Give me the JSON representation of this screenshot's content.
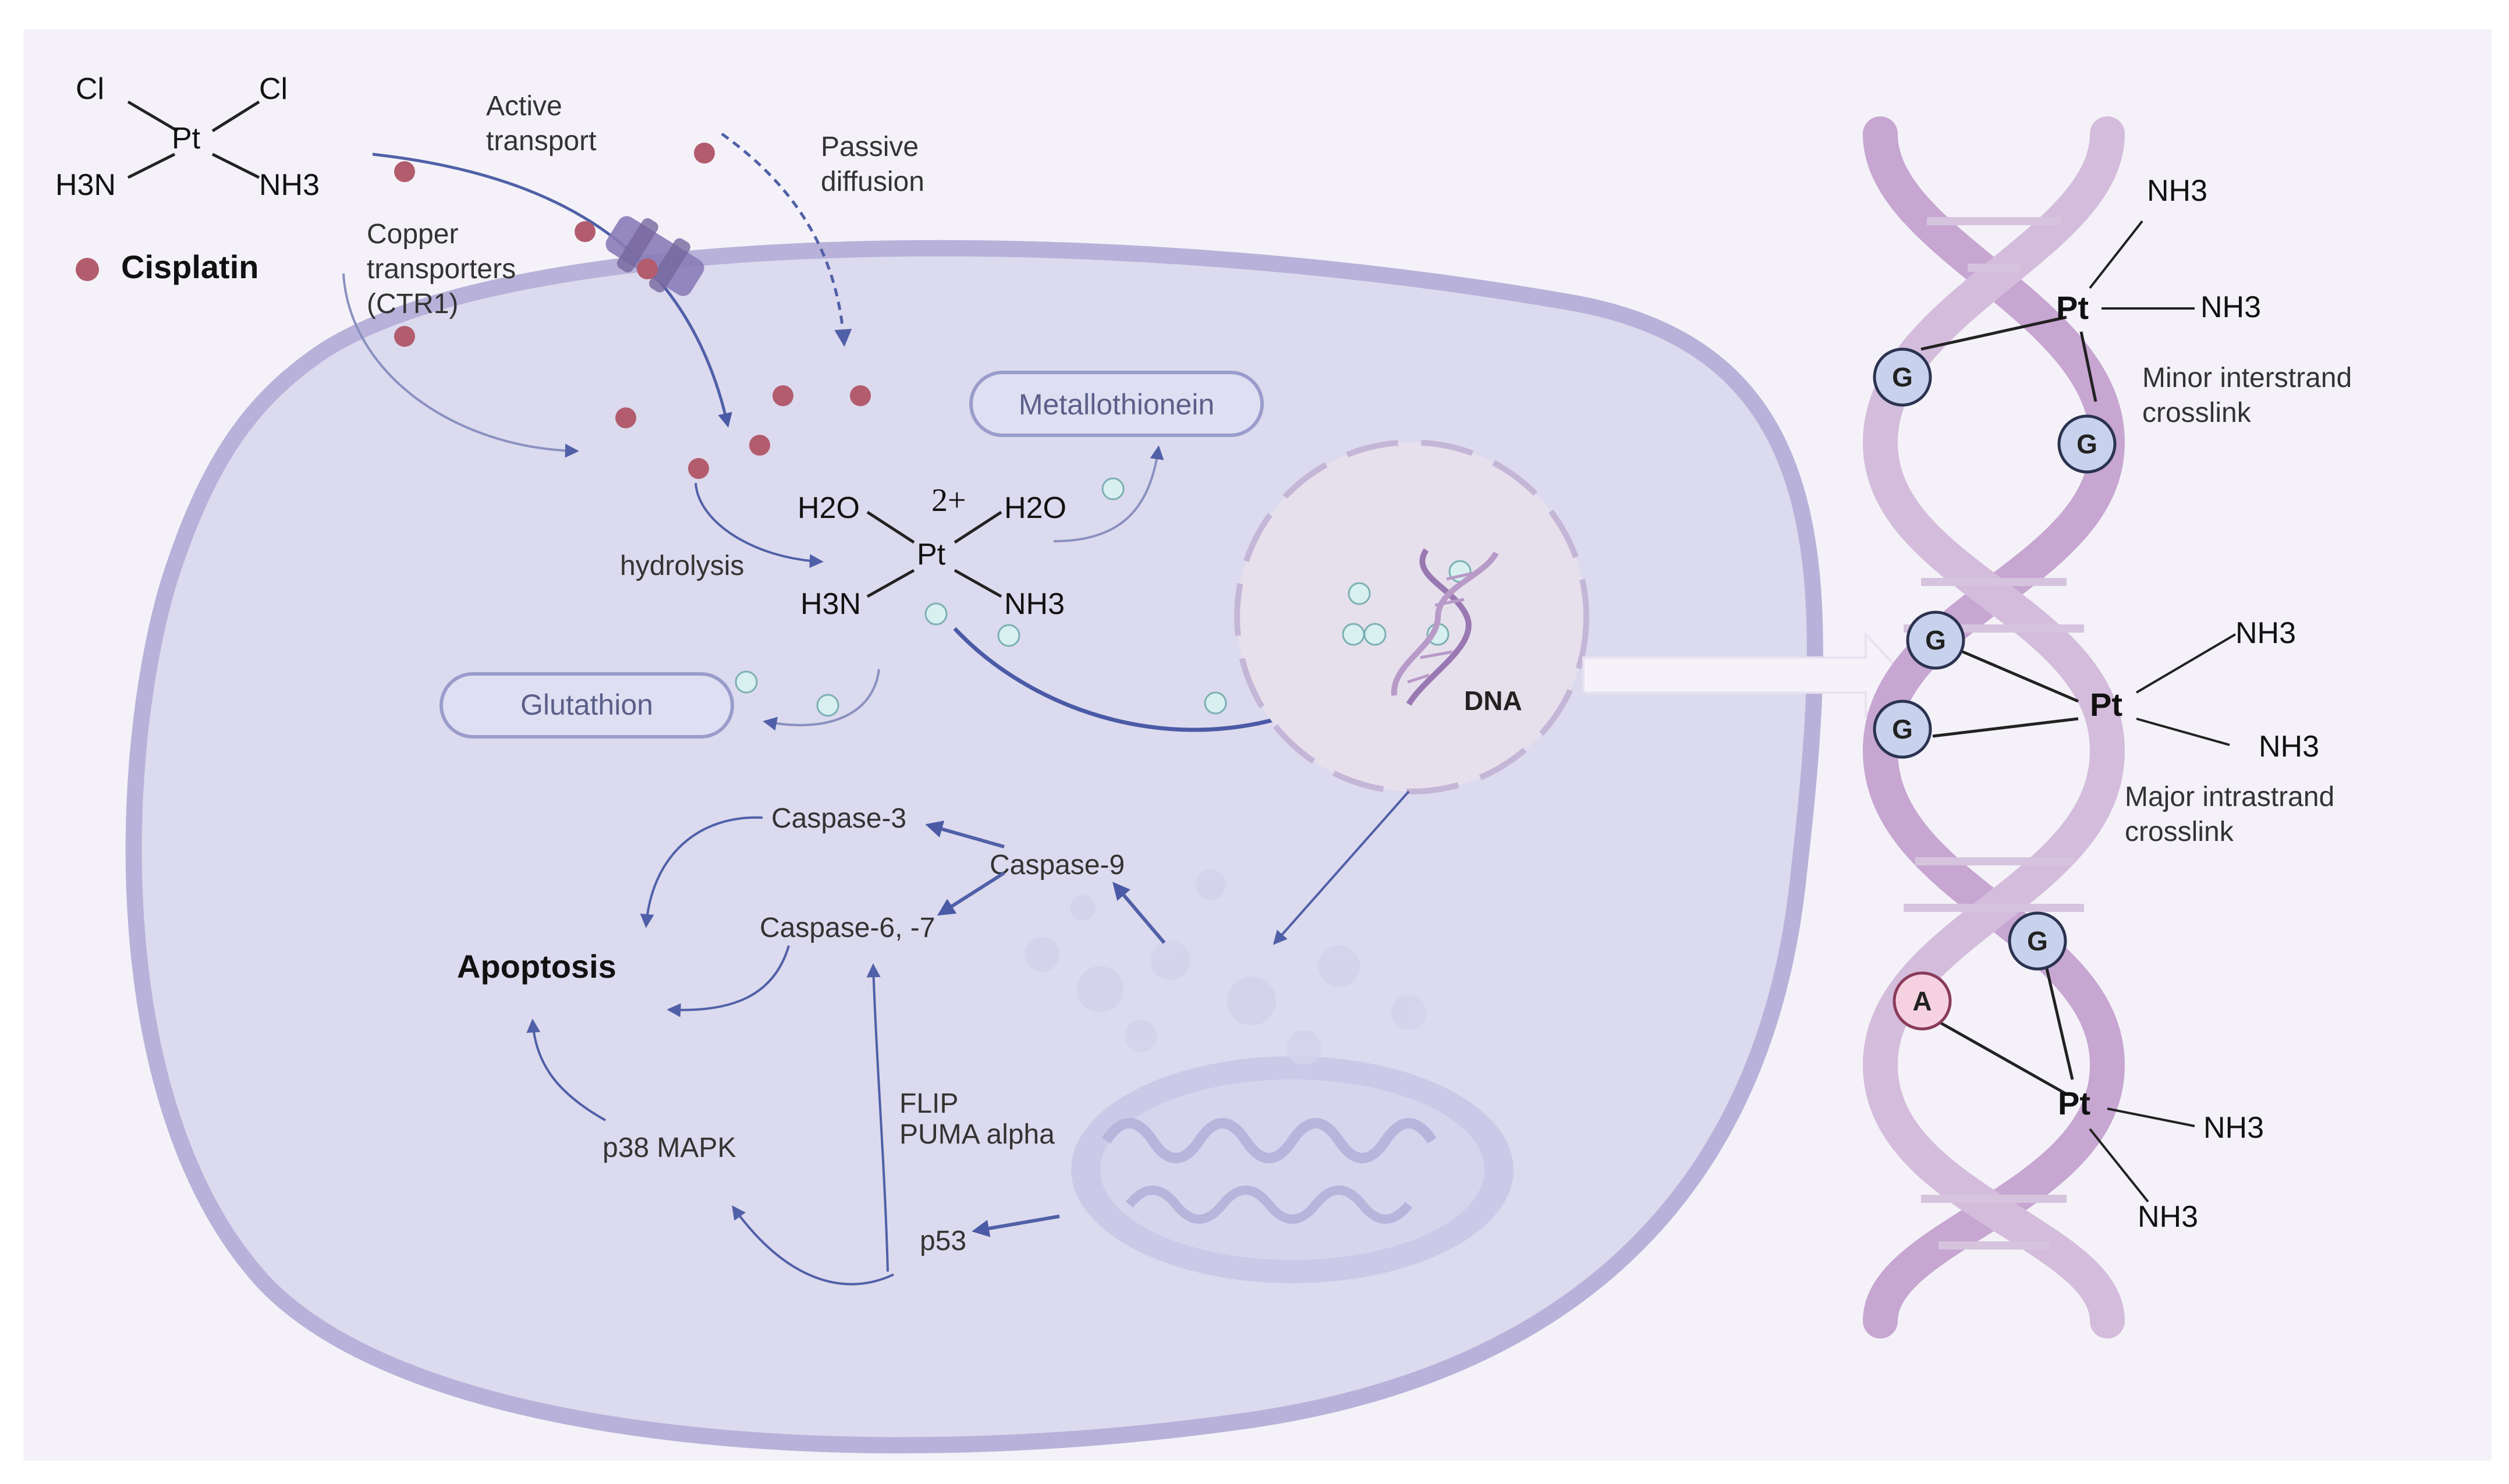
{
  "cisplatin": {
    "atoms": {
      "cl_left": "Cl",
      "cl_right": "Cl",
      "pt": "Pt",
      "h3n": "H3N",
      "nh3": "NH3"
    },
    "legend_label": "Cisplatin"
  },
  "transport": {
    "active": [
      "Active",
      "transport"
    ],
    "passive": [
      "Passive",
      "diffusion"
    ],
    "copper": [
      "Copper",
      "transporters",
      "(CTR1)"
    ]
  },
  "aquated": {
    "charge": "2+",
    "h2o_left": "H2O",
    "h2o_right": "H2O",
    "pt": "Pt",
    "h3n": "H3N",
    "nh3": "NH3",
    "hydrolysis_label": "hydrolysis"
  },
  "boxes": {
    "metallothionein": "Metallothionein",
    "glutathion": "Glutathion"
  },
  "dna_label": "DNA",
  "pathway": {
    "caspase3": "Caspase-3",
    "caspase9": "Caspase-9",
    "caspase67": "Caspase-6, -7",
    "apoptosis": "Apoptosis",
    "flip": "FLIP",
    "puma": "PUMA alpha",
    "p38": "p38 MAPK",
    "p53": "p53"
  },
  "adducts": {
    "minor": {
      "label": [
        "Minor interstrand",
        "crosslink"
      ],
      "pt": "Pt",
      "nh3": "NH3",
      "bases": [
        "G",
        "G"
      ]
    },
    "major": {
      "label": [
        "Major intrastrand",
        "crosslink"
      ],
      "pt": "Pt",
      "nh3": "NH3",
      "bases": [
        "G",
        "G"
      ]
    },
    "third": {
      "pt": "Pt",
      "nh3": "NH3",
      "bases": [
        "G",
        "A"
      ]
    }
  },
  "colors": {
    "background": "#f4f2f8",
    "cell_fill": "#dcdaee",
    "cell_border": "#b8b2da",
    "cisplatin_dot": "#b25c6e",
    "aquated_dot": "#d9f0f0",
    "arrow": "#5060a8",
    "dna_helix": "#c7a6d2",
    "nucleotide_g": "#c8d2ec",
    "nucleotide_a": "#f6d2e0"
  }
}
